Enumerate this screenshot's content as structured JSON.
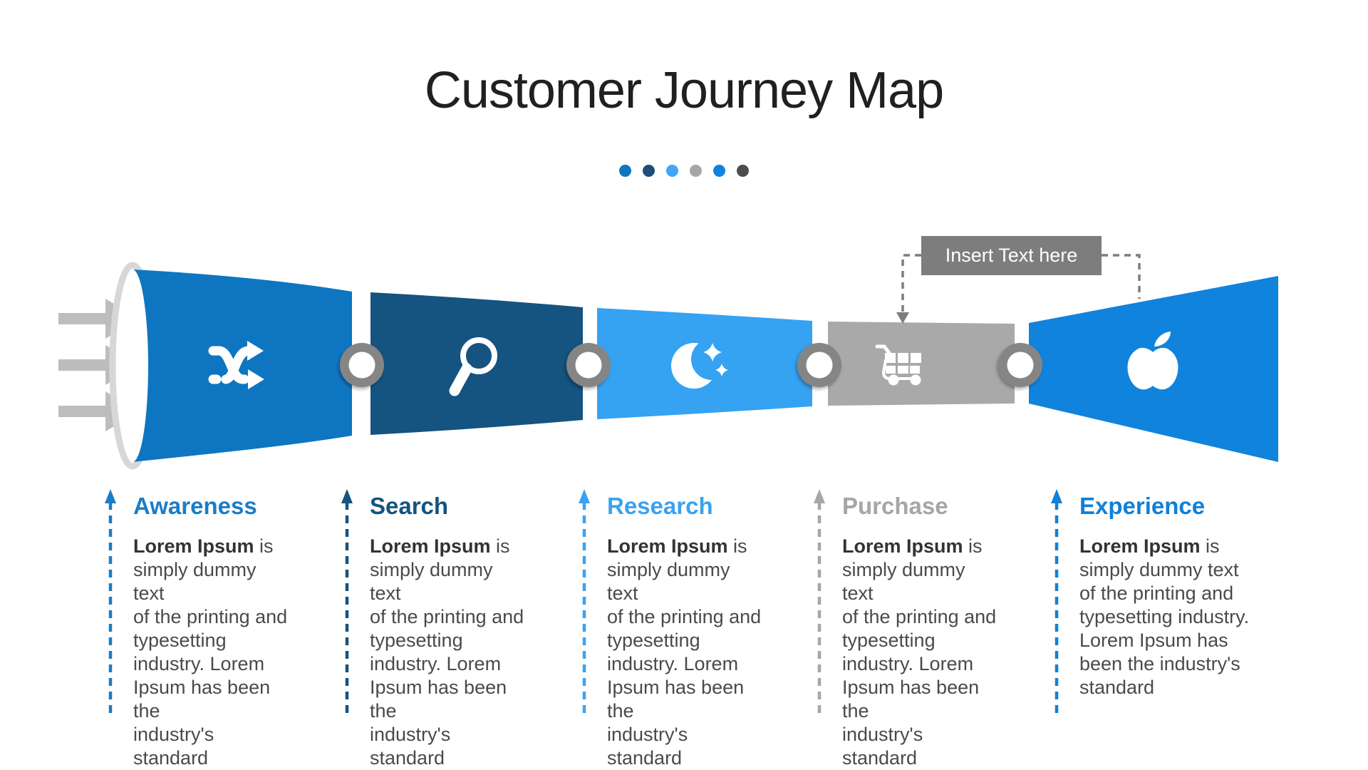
{
  "title": "Customer Journey Map",
  "dots": {
    "colors": [
      "#0e76c1",
      "#1b4e78",
      "#44a5f6",
      "#a6a6a6",
      "#1182dc",
      "#4c4c4c"
    ]
  },
  "callout": {
    "label": "Insert Text here",
    "bg": "#7d7d7d"
  },
  "funnel": {
    "segments": [
      {
        "name": "awareness",
        "color": "#0e76c1",
        "icon": "shuffle-icon"
      },
      {
        "name": "search",
        "color": "#155380",
        "icon": "magnifier-icon"
      },
      {
        "name": "research",
        "color": "#36a2f2",
        "icon": "moon-stars-icon"
      },
      {
        "name": "purchase",
        "color": "#a9a9a9",
        "icon": "cart-icon"
      },
      {
        "name": "experience",
        "color": "#1083dc",
        "icon": "apple-icon"
      }
    ],
    "input_arrows_color": "#bdbdbd",
    "ring_color": "#d7d7d7",
    "connector_ring_color": "#858585",
    "connector_line_color": "#7d7d7d"
  },
  "stages": [
    {
      "title": "Awareness",
      "accent": "#1a7dc7",
      "body_bold": "Lorem Ipsum",
      "body_rest": " is\nsimply dummy text\nof the printing and\ntypesetting\nindustry. Lorem\nIpsum has been the\nindustry's standard"
    },
    {
      "title": "Search",
      "accent": "#155380",
      "body_bold": "Lorem Ipsum",
      "body_rest": " is\nsimply dummy text\nof the printing and\ntypesetting\nindustry. Lorem\nIpsum has been the\nindustry's standard"
    },
    {
      "title": "Research",
      "accent": "#3ba2f0",
      "body_bold": "Lorem Ipsum",
      "body_rest": " is\nsimply dummy text\nof the printing and\ntypesetting\nindustry. Lorem\nIpsum has been the\nindustry's standard"
    },
    {
      "title": "Purchase",
      "accent": "#a6a6a6",
      "body_bold": "Lorem Ipsum",
      "body_rest": " is\nsimply dummy text\nof the printing and\ntypesetting\nindustry. Lorem\nIpsum has been the\nindustry's standard"
    },
    {
      "title": "Experience",
      "accent": "#1080d8",
      "body_bold": "Lorem Ipsum",
      "body_rest": " is\nsimply dummy text\nof the printing and\ntypesetting industry.\nLorem Ipsum has\nbeen the industry's\nstandard"
    }
  ]
}
